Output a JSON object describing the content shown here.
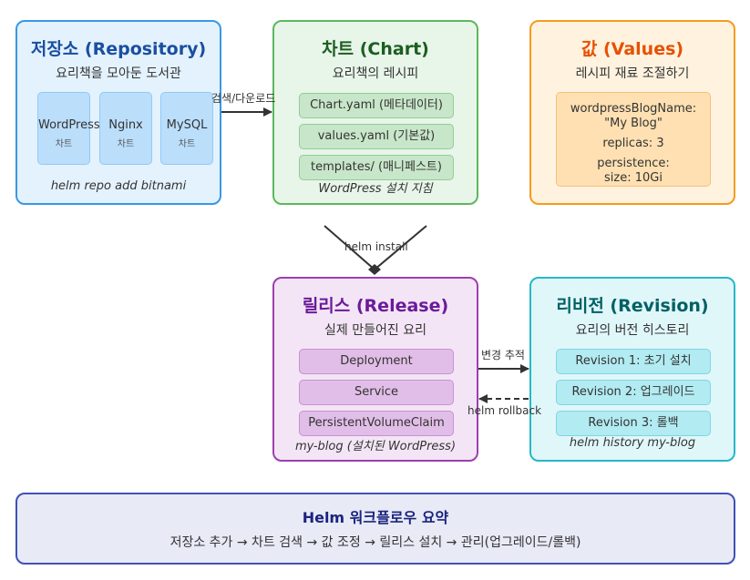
{
  "repository": {
    "title": "저장소 (Repository)",
    "subtitle": "요리책을 모아둔 도서관",
    "charts": [
      {
        "name": "WordPress",
        "sub": "차트"
      },
      {
        "name": "Nginx",
        "sub": "차트"
      },
      {
        "name": "MySQL",
        "sub": "차트"
      }
    ],
    "command": "helm repo add bitnami"
  },
  "chart": {
    "title": "차트 (Chart)",
    "subtitle": "요리책의 레시피",
    "files": [
      "Chart.yaml (메타데이터)",
      "values.yaml (기본값)",
      "templates/ (매니페스트)"
    ],
    "note": "WordPress 설치 지침"
  },
  "values": {
    "title": "값 (Values)",
    "subtitle": "레시피 재료 조절하기",
    "lines": [
      "wordpressBlogName:",
      "\"My Blog\"",
      "replicas: 3",
      "persistence:",
      "size: 10Gi"
    ]
  },
  "release": {
    "title": "릴리스 (Release)",
    "subtitle": "실제 만들어진 요리",
    "resources": [
      "Deployment",
      "Service",
      "PersistentVolumeClaim"
    ],
    "note": "my-blog (설치된 WordPress)"
  },
  "revision": {
    "title": "리비전 (Revision)",
    "subtitle": "요리의 버전 히스토리",
    "items": [
      "Revision 1: 초기 설치",
      "Revision 2: 업그레이드",
      "Revision 3: 롤백"
    ],
    "note": "helm history my-blog"
  },
  "arrows": {
    "search_download": "검색/다운로드",
    "helm_install": "helm install",
    "track_changes": "변경 추적",
    "helm_rollback": "helm rollback"
  },
  "summary": {
    "title": "Helm 워크플로우 요약",
    "text": "저장소 추가 → 차트 검색 → 값 조정 → 릴리스 설치 → 관리(업그레이드/롤백)"
  },
  "colors": {
    "repository": {
      "border": "#3b97e3",
      "bg": "#e3f2fd",
      "title": "#1a4fa0",
      "chip_bg": "#bbdefb",
      "chip_border": "#90caf9"
    },
    "chart": {
      "border": "#5cb85c",
      "bg": "#e8f5e9",
      "title": "#1b5e20",
      "chip_bg": "#c8e6c9",
      "chip_border": "#8fcf92"
    },
    "values": {
      "border": "#f39c1f",
      "bg": "#fff3e0",
      "title": "#e65100"
    },
    "release": {
      "border": "#9c3fb0",
      "bg": "#f3e5f5",
      "title": "#6a1b9a",
      "chip_bg": "#e1bee7",
      "chip_border": "#c891d4"
    },
    "revision": {
      "border": "#26b8c8",
      "bg": "#e0f7fa",
      "title": "#006064",
      "chip_bg": "#b2ebf2",
      "chip_border": "#7fd6e0"
    },
    "summary": {
      "border": "#3f51b5",
      "bg": "#e8eaf6",
      "title": "#1a237e"
    }
  }
}
